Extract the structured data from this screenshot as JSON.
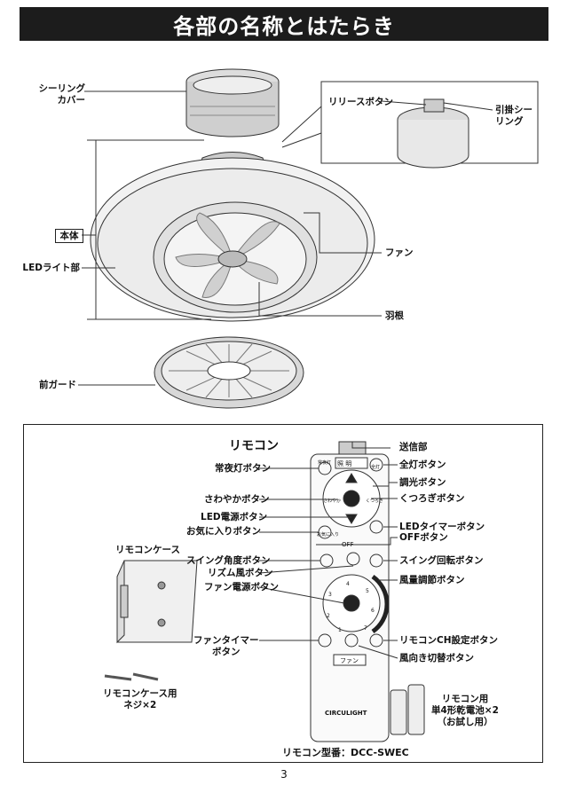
{
  "page_title": "各部の名称とはたらき",
  "top_labels": {
    "ceiling_cover": [
      "シーリング",
      "カバー"
    ],
    "release_button": "リリースボタン",
    "hook_ceiling": [
      "引掛シー",
      "リング"
    ],
    "body": "本体",
    "led_light": "LEDライト部",
    "fan": "ファン",
    "blade": "羽根",
    "front_guard": "前ガード"
  },
  "remote": {
    "title": "リモコン",
    "transmitter": "送信部",
    "night_light_button": "常夜灯ボタン",
    "full_light_button": "全灯ボタン",
    "dimmer_button": "調光ボタン",
    "refresh_button": "さわやかボタン",
    "relax_button": "くつろぎボタン",
    "led_power_button": "LED電源ボタン",
    "favorite_button": "お気に入りボタン",
    "led_timer_button": "LEDタイマーボタン",
    "off_button": "OFFボタン",
    "swing_angle_button": "スイング角度ボタン",
    "swing_rotate_button": "スイング回転ボタン",
    "rhythm_wind_button": "リズム風ボタン",
    "fan_power_button": "ファン電源ボタン",
    "air_volume_button": "風量調節ボタン",
    "fan_timer_button": [
      "ファンタイマー",
      "ボタン"
    ],
    "ch_setting_button": "リモコンCH設定ボタン",
    "direction_button": "風向き切替ボタン",
    "model": "リモコン型番：DCC-SWEC",
    "face_light": "照 明",
    "face_fan": "ファン",
    "face_off": "OFF",
    "face_brand": "CIRCULIGHT",
    "face_night": "常夜灯",
    "face_full": "全灯",
    "face_refresh": "さわやか",
    "face_relax": "くつろぎ",
    "face_favorite": "お気に入り",
    "face_nums": [
      "1",
      "2",
      "3",
      "4",
      "5",
      "6",
      "7"
    ]
  },
  "remote_case": {
    "title": "リモコンケース",
    "screws": [
      "リモコンケース用",
      "ネジ×2"
    ]
  },
  "batteries": [
    "リモコン用",
    "単4形乾電池×2",
    "（お試し用）"
  ],
  "page_number": "3",
  "colors": {
    "banner_bg": "#1c1c1c",
    "line": "#222222"
  }
}
